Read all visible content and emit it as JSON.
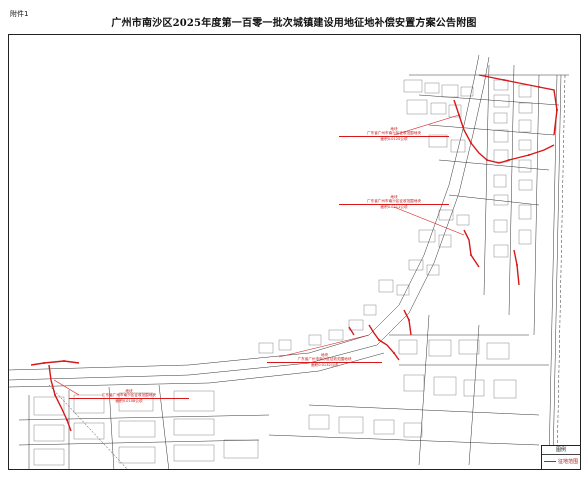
{
  "header": {
    "attachment_label": "附件1",
    "title": "广州市南沙区2025年度第一百零一批次城镇建设用地征地补偿安置方案公告附图"
  },
  "legend": {
    "title": "图例",
    "item_label": "征地范围",
    "item_color": "#d81818"
  },
  "map": {
    "boundary_color": "#d81818",
    "callouts": [
      {
        "line1": "地块",
        "line2": "广东省广州市南沙区征收范围地块",
        "line3": "面积0.0125公顷"
      },
      {
        "line1": "地块",
        "line2": "广东省广州市南沙区征收范围地块",
        "line3": "面积0.0211公顷"
      },
      {
        "line1": "地块",
        "line2": "广东省广州市南沙区征收范围地块",
        "line3": "面积0.0132公顷"
      },
      {
        "line1": "地块",
        "line2": "广东省广州市南沙区征收范围地块",
        "line3": "面积0.0108公顷"
      }
    ]
  },
  "footer": {
    "note": ""
  }
}
